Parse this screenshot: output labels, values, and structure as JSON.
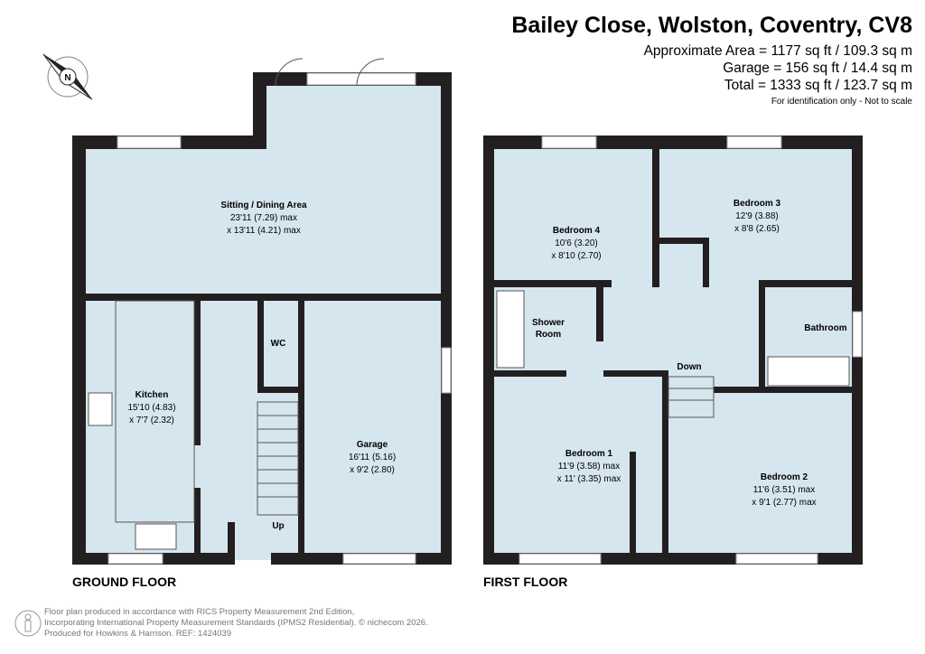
{
  "header": {
    "title": "Bailey Close, Wolston, Coventry, CV8",
    "areas": [
      "Approximate Area = 1177 sq ft / 109.3 sq m",
      "Garage = 156 sq ft / 14.4 sq m",
      "Total = 1333 sq ft / 123.7 sq m"
    ],
    "note": "For identification only - Not to scale"
  },
  "compass": {
    "label": "N",
    "icon": "compass-icon"
  },
  "floors": [
    {
      "label": "GROUND FLOOR",
      "rooms": [
        {
          "name": "Sitting / Dining Area",
          "dims": [
            "23'11 (7.29) max",
            "x 13'11 (4.21) max"
          ]
        },
        {
          "name": "Kitchen",
          "dims": [
            "15'10 (4.83)",
            "x 7'7 (2.32)"
          ]
        },
        {
          "name": "WC",
          "dims": []
        },
        {
          "name": "Garage",
          "dims": [
            "16'11 (5.16)",
            "x 9'2 (2.80)"
          ]
        }
      ],
      "stairs": "Up"
    },
    {
      "label": "FIRST FLOOR",
      "rooms": [
        {
          "name": "Bedroom 4",
          "dims": [
            "10'6 (3.20)",
            "x 8'10 (2.70)"
          ]
        },
        {
          "name": "Bedroom 3",
          "dims": [
            "12'9 (3.88)",
            "x 8'8 (2.65)"
          ]
        },
        {
          "name": "Shower",
          "dims": [
            "Room"
          ]
        },
        {
          "name": "Bathroom",
          "dims": []
        },
        {
          "name": "Bedroom 1",
          "dims": [
            "11'9 (3.58) max",
            "x 11' (3.35) max"
          ]
        },
        {
          "name": "Bedroom 2",
          "dims": [
            "11'6 (3.51) max",
            "x 9'1 (2.77) max"
          ]
        }
      ],
      "stairs": "Down"
    }
  ],
  "footer": {
    "lines": [
      "Floor plan produced in accordance with RICS Property Measurement 2nd Edition,",
      "Incorporating International Property Measurement Standards (IPMS2 Residential).   © nichecom 2026.",
      "Produced for Howkins & Harrison.   REF: 1424039"
    ],
    "icon": "person-icon"
  },
  "colors": {
    "wall": "#231f20",
    "room": "#d6e6ee",
    "window": "#9a9a9a"
  }
}
